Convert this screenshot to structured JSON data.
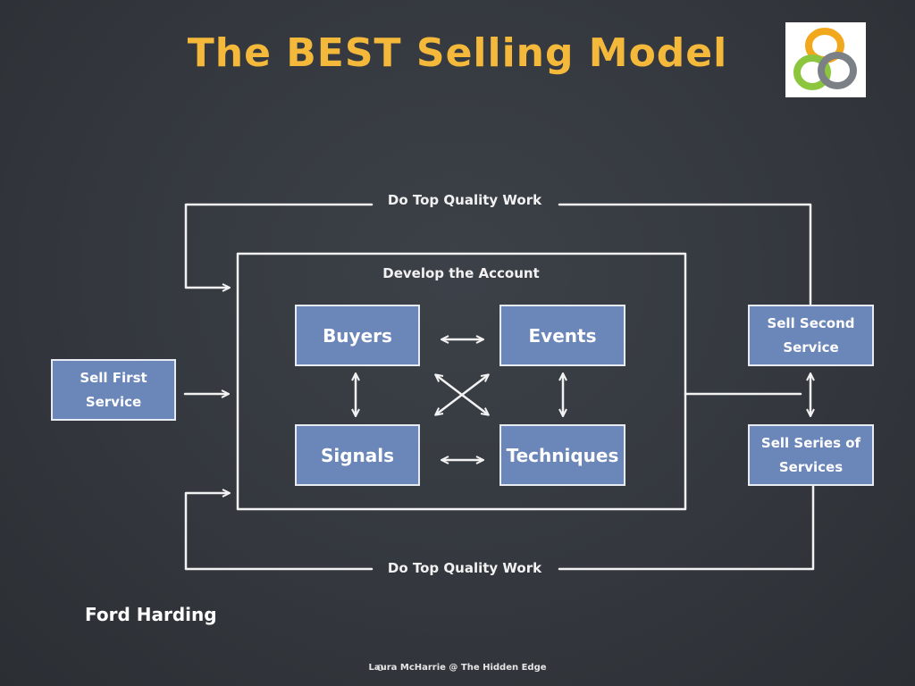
{
  "slide": {
    "title": "The BEST Selling Model",
    "author": "Ford Harding",
    "footer": "Laura McHarrie @ The Hidden Edge"
  },
  "diagram": {
    "loop_top_label": "Do Top Quality Work",
    "loop_bottom_label": "Do Top Quality Work",
    "account_label": "Develop the Account",
    "inner_boxes": {
      "buyers": "Buyers",
      "events": "Events",
      "signals": "Signals",
      "techniques": "Techniques"
    },
    "sell_first": "Sell First Service",
    "sell_second": "Sell Second Service",
    "sell_series": "Sell Series of Services"
  },
  "colors": {
    "title": "#f4b83a",
    "box_fill": "#6b86b8",
    "background": "#33373d",
    "chalk": "#f2f2f2"
  },
  "icons": {
    "logo": "interlocking-rings-logo",
    "footer": "circle-bullet-icon"
  }
}
